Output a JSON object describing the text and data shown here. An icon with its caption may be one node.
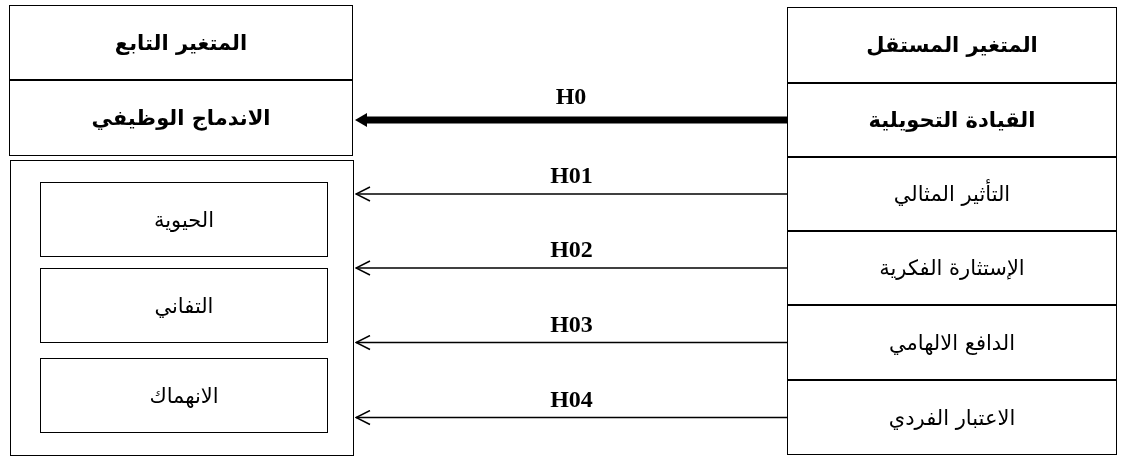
{
  "diagram": {
    "nodes": [
      {
        "text": [
          "المتغير المستقل"
        ]
      },
      {
        "text": [
          "القيادة التحويلية"
        ]
      },
      {
        "text": [
          "التأثير المثالي"
        ]
      },
      {
        "text": [
          "الإستثارة الفكرية"
        ]
      },
      {
        "text": [
          "الدافع الالهامي"
        ]
      },
      {
        "text": [
          "الاعتبار الفردي"
        ]
      },
      {
        "text": [
          "المتغير التابع"
        ]
      },
      {
        "text": [
          "الاندماج الوظيفي"
        ]
      },
      {
        "text": [],
        "shape": "box"
      },
      {
        "text": [
          "الحيوية"
        ],
        "in": 8
      },
      {
        "text": [
          "التفاني"
        ],
        "in": 8
      },
      {
        "text": [
          "الانهماك"
        ],
        "in": 8
      }
    ],
    "edges": [
      {
        "from": 1,
        "to": 7,
        "arrow": "to",
        "label": "H0",
        "style": "thick"
      },
      {
        "from": 2,
        "to": 8,
        "arrow": "to",
        "label": "H01"
      },
      {
        "from": 3,
        "to": 8,
        "arrow": "to",
        "label": "H02"
      },
      {
        "from": 4,
        "to": 8,
        "arrow": "to",
        "label": "H03"
      },
      {
        "from": 5,
        "to": 8,
        "arrow": "to",
        "label": "H04"
      }
    ]
  }
}
